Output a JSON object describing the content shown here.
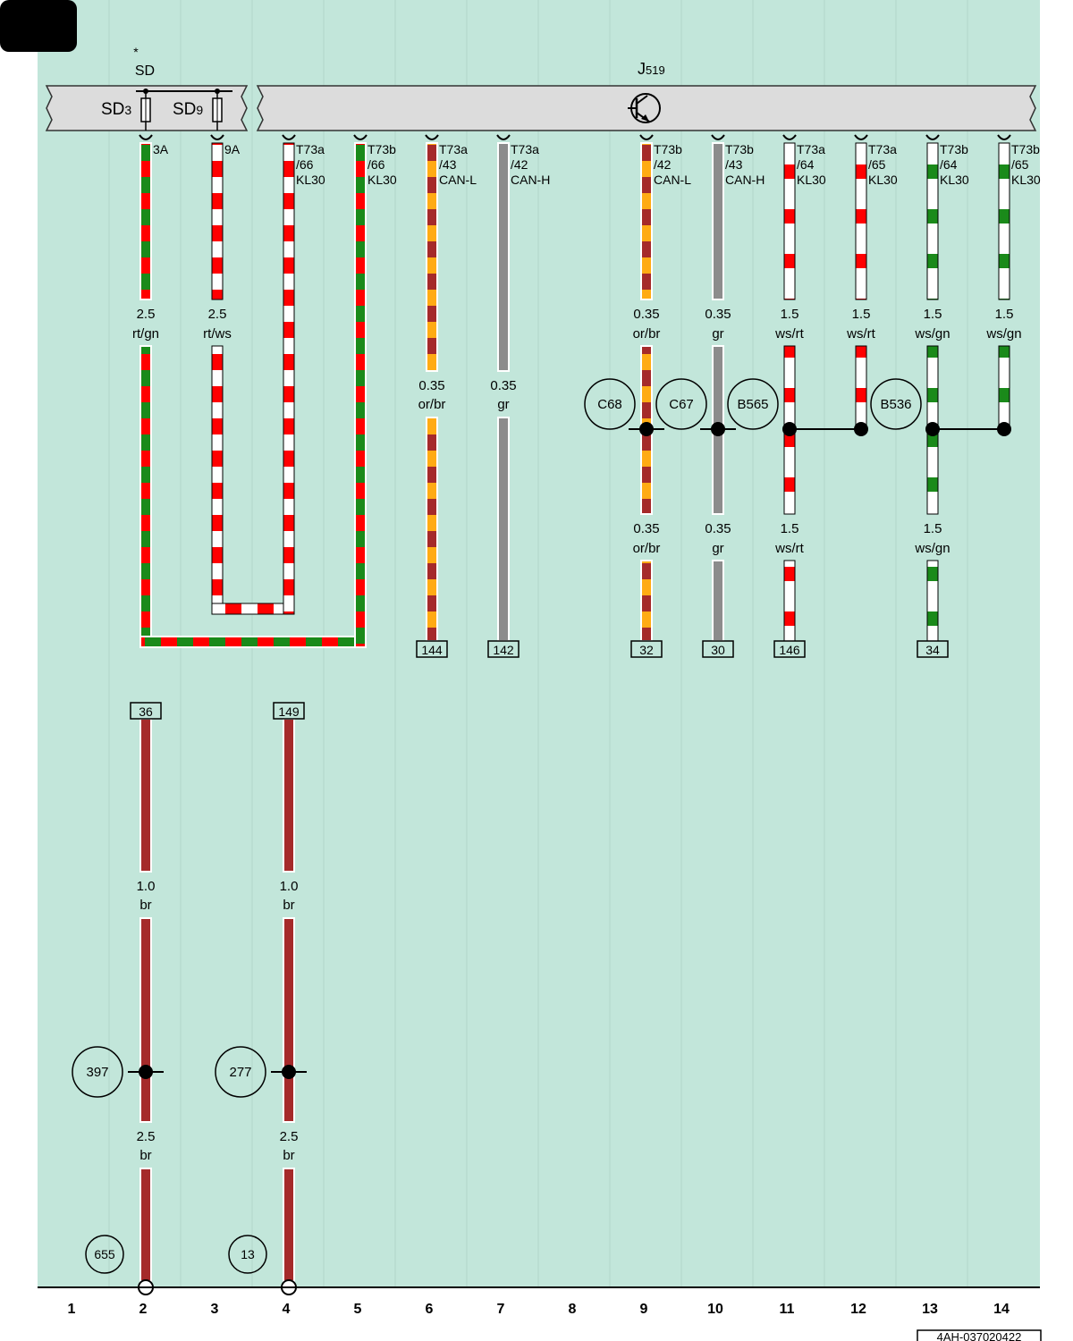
{
  "diagram": {
    "asterisk": "*",
    "fuse_box": {
      "label": "SD",
      "fuse_a": "SD",
      "fuse_a_sub": "3",
      "fuse_b": "SD",
      "fuse_b_sub": "9"
    },
    "module": {
      "label": "J",
      "label_sub": "519"
    },
    "colors": {
      "background": "#c2e6da",
      "rt": "#ff0000",
      "gn": "#1a8a1a",
      "ws": "#ffffff",
      "or": "#ffab14",
      "br": "#a52a2a",
      "gr": "#8c8c8c"
    },
    "pins": [
      {
        "label": "3A"
      },
      {
        "label": "9A"
      },
      {
        "l1": "T73a",
        "l2": "/66",
        "l3": "KL30"
      },
      {
        "l1": "T73b",
        "l2": "/66",
        "l3": "KL30"
      },
      {
        "l1": "T73a",
        "l2": "/43",
        "l3": "CAN-L"
      },
      {
        "l1": "T73a",
        "l2": "/42",
        "l3": "CAN-H"
      },
      {
        "l1": "T73b",
        "l2": "/42",
        "l3": "CAN-L"
      },
      {
        "l1": "T73b",
        "l2": "/43",
        "l3": "CAN-H"
      },
      {
        "l1": "T73a",
        "l2": "/64",
        "l3": "KL30"
      },
      {
        "l1": "T73a",
        "l2": "/65",
        "l3": "KL30"
      },
      {
        "l1": "T73b",
        "l2": "/64",
        "l3": "KL30"
      },
      {
        "l1": "T73b",
        "l2": "/65",
        "l3": "KL30"
      }
    ],
    "wire_labels": [
      {
        "size": "2.5",
        "color": "rt/gn"
      },
      {
        "size": "2.5",
        "color": "rt/ws"
      },
      {
        "size": "0.35",
        "color": "or/br"
      },
      {
        "size": "0.35",
        "color": "gr"
      },
      {
        "size": "0.35",
        "color": "or/br"
      },
      {
        "size": "0.35",
        "color": "gr"
      },
      {
        "size": "1.5",
        "color": "ws/rt"
      },
      {
        "size": "1.5",
        "color": "ws/rt"
      },
      {
        "size": "1.5",
        "color": "ws/gn"
      },
      {
        "size": "1.5",
        "color": "ws/gn"
      },
      {
        "size": "0.35",
        "color": "or/br"
      },
      {
        "size": "0.35",
        "color": "gr"
      },
      {
        "size": "1.5",
        "color": "ws/rt"
      },
      {
        "size": "1.5",
        "color": "ws/gn"
      },
      {
        "size": "1.0",
        "color": "br"
      },
      {
        "size": "1.0",
        "color": "br"
      },
      {
        "size": "2.5",
        "color": "br"
      },
      {
        "size": "2.5",
        "color": "br"
      }
    ],
    "splices": [
      "C68",
      "C67",
      "B565",
      "B536",
      "397",
      "277"
    ],
    "grounds": [
      "655",
      "13"
    ],
    "refs": [
      "144",
      "142",
      "32",
      "30",
      "146",
      "34",
      "36",
      "149"
    ],
    "tracks": [
      "1",
      "2",
      "3",
      "4",
      "5",
      "6",
      "7",
      "8",
      "9",
      "10",
      "11",
      "12",
      "13",
      "14"
    ],
    "doc_id": "4AH-037020422"
  }
}
